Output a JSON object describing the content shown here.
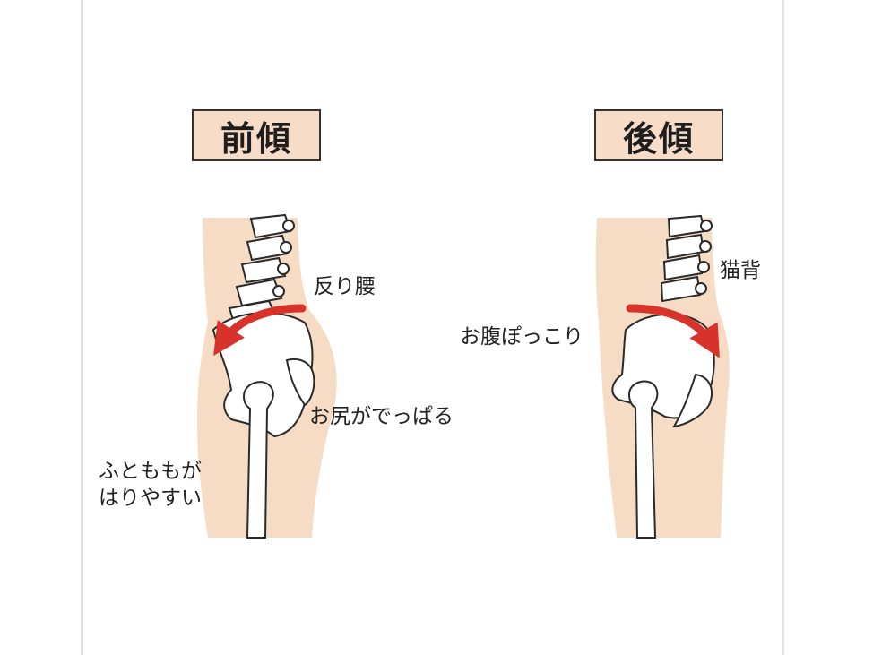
{
  "titles": {
    "anterior": "前傾",
    "posterior": "後傾"
  },
  "labels": {
    "swayback": "反り腰",
    "buttocks": "お尻がでっぱる",
    "thigh_line1": "ふとももが",
    "thigh_line2": "はりやすい",
    "hunchback": "猫背",
    "belly": "お腹ぽっこり"
  },
  "colors": {
    "skin": "#f6dcc4",
    "label_bg": "#f7dcc7",
    "arrow": "#d8332b",
    "outline": "#2a2a2a"
  }
}
